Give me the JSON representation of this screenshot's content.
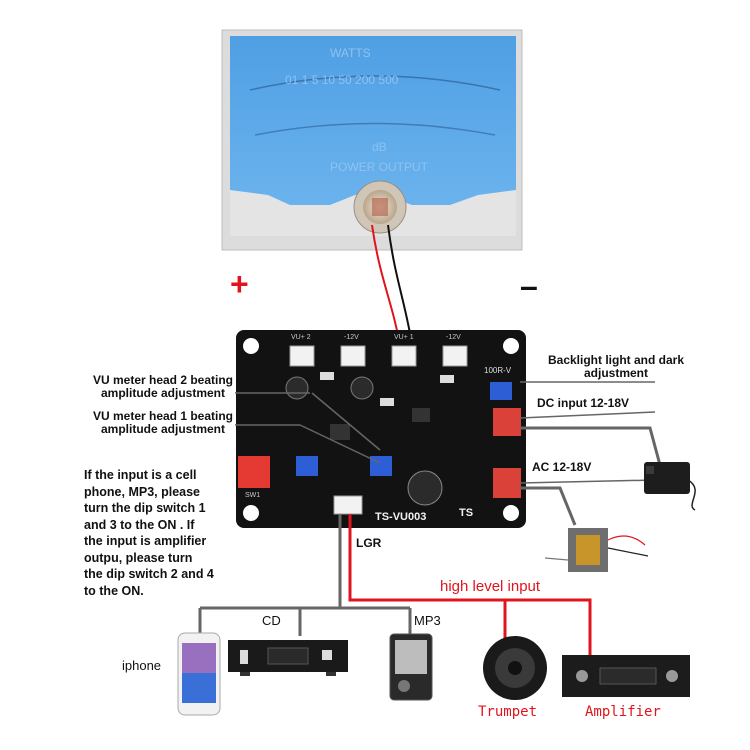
{
  "meter": {
    "scale_title": "WATTS",
    "scale_numbers": "01  1  5  10  50 200 500",
    "db_label": "dB",
    "power_output": "POWER OUTPUT"
  },
  "polarity": {
    "plus": "+",
    "minus": "–"
  },
  "board": {
    "model": "TS-VU003",
    "connectors": [
      "VU+ 2",
      "-12V",
      "VU+ 1",
      "-12V"
    ],
    "pot_label": "100R-V",
    "logo": "TS",
    "switch_label": "SW1"
  },
  "annotations": {
    "vu2_line1": "VU meter head 2 beating",
    "vu2_line2": "amplitude adjustment",
    "vu1_line1": "VU meter head 1 beating",
    "vu1_line2": "amplitude adjustment",
    "backlight_line1": "Backlight light and dark",
    "backlight_line2": "adjustment",
    "dc_input": "DC input 12-18V",
    "ac_input": "AC 12-18V",
    "lgr": "LGR",
    "high_level_input": "high level input",
    "dip_note": [
      "If the input is a cell",
      "phone, MP3, please",
      "turn the dip switch 1",
      "and 3 to the ON . If",
      "the input is amplifier",
      "outpu, please turn",
      "the dip switch 2 and 4",
      "to the ON."
    ]
  },
  "devices": {
    "cd": "CD",
    "mp3": "MP3",
    "iphone": "iphone",
    "trumpet": "Trumpet",
    "amplifier": "Amplifier"
  },
  "colors": {
    "meter_blue": "#5aa6e6",
    "board_black": "#121212",
    "wire_red": "#e0141e",
    "accent_red": "#e0141e"
  }
}
